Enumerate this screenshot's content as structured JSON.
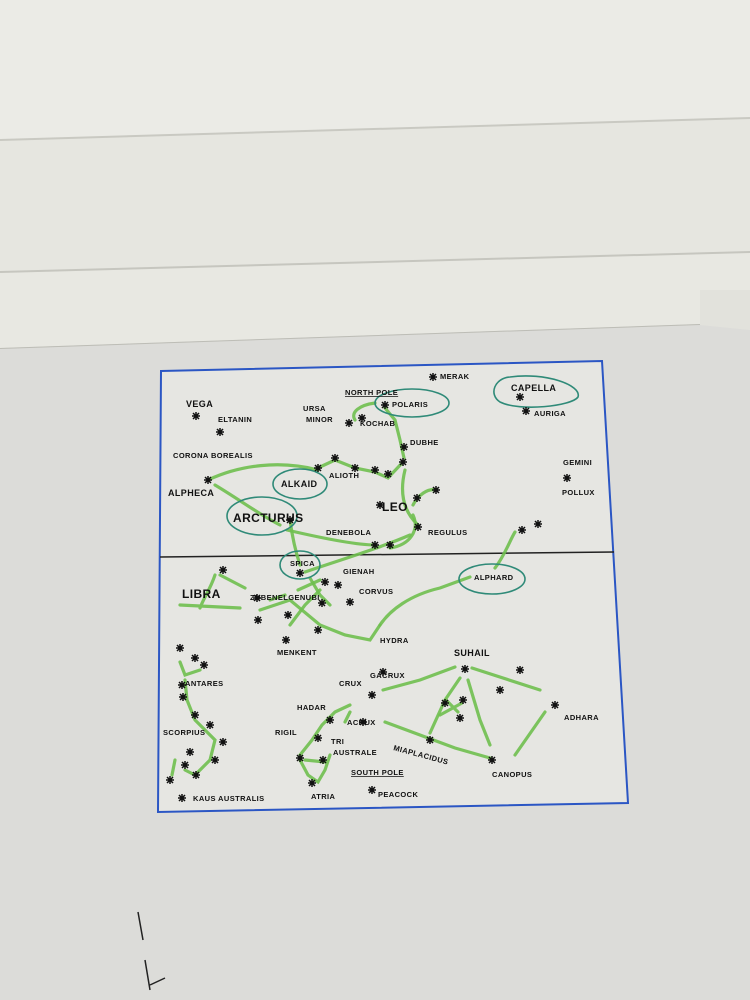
{
  "whiteboard": {
    "labels": {
      "vega": "VEGA",
      "eltanin": "ELTANIN",
      "north_pole": "NORTH POLE",
      "ursa": "URSA",
      "minor": "MINOR",
      "polaris": "POLARIS",
      "kochab": "KOCHAB",
      "dubhe": "DUBHE",
      "merak": "MERAK",
      "capella": "CAPELLA",
      "auriga": "AURIGA",
      "corona_borealis": "CORONA BOREALIS",
      "alpheca": "ALPHECA",
      "alioth": "ALIOTH",
      "alkaid": "ALKAID",
      "arcturus": "ARCTURUS",
      "denebola": "DENEBOLA",
      "leo": "LEO",
      "regulus": "REGULUS",
      "gemini": "GEMINI",
      "pollux": "POLLUX",
      "spica": "SPICA",
      "libra": "LIBRA",
      "zubenelgenubi": "ZUBENELGENUBI",
      "gienah": "GIENAH",
      "corvus": "CORVUS",
      "menkent": "MENKENT",
      "hydra": "HYDRA",
      "alphard": "ALPHARD",
      "antares": "ANTARES",
      "scorpius": "SCORPIUS",
      "kaus_australis": "KAUS AUSTRALIS",
      "suhail": "SUHAIL",
      "adhara": "ADHARA",
      "canopus": "CANOPUS",
      "miaplacidus": "MIAPLACIDUS",
      "crux": "CRUX",
      "gacrux": "GACRUX",
      "hadar": "HADAR",
      "acrux": "ACRUX",
      "rigil": "RIGIL",
      "tri": "TRI",
      "australe": "AUSTRALE",
      "south_pole": "SOUTH POLE",
      "atria": "ATRIA",
      "peacock": "PEACOCK"
    },
    "colors": {
      "line": "#6fbf4f",
      "ring": "#2f8a78",
      "border": "#2b56c4",
      "ink": "#111111"
    }
  }
}
